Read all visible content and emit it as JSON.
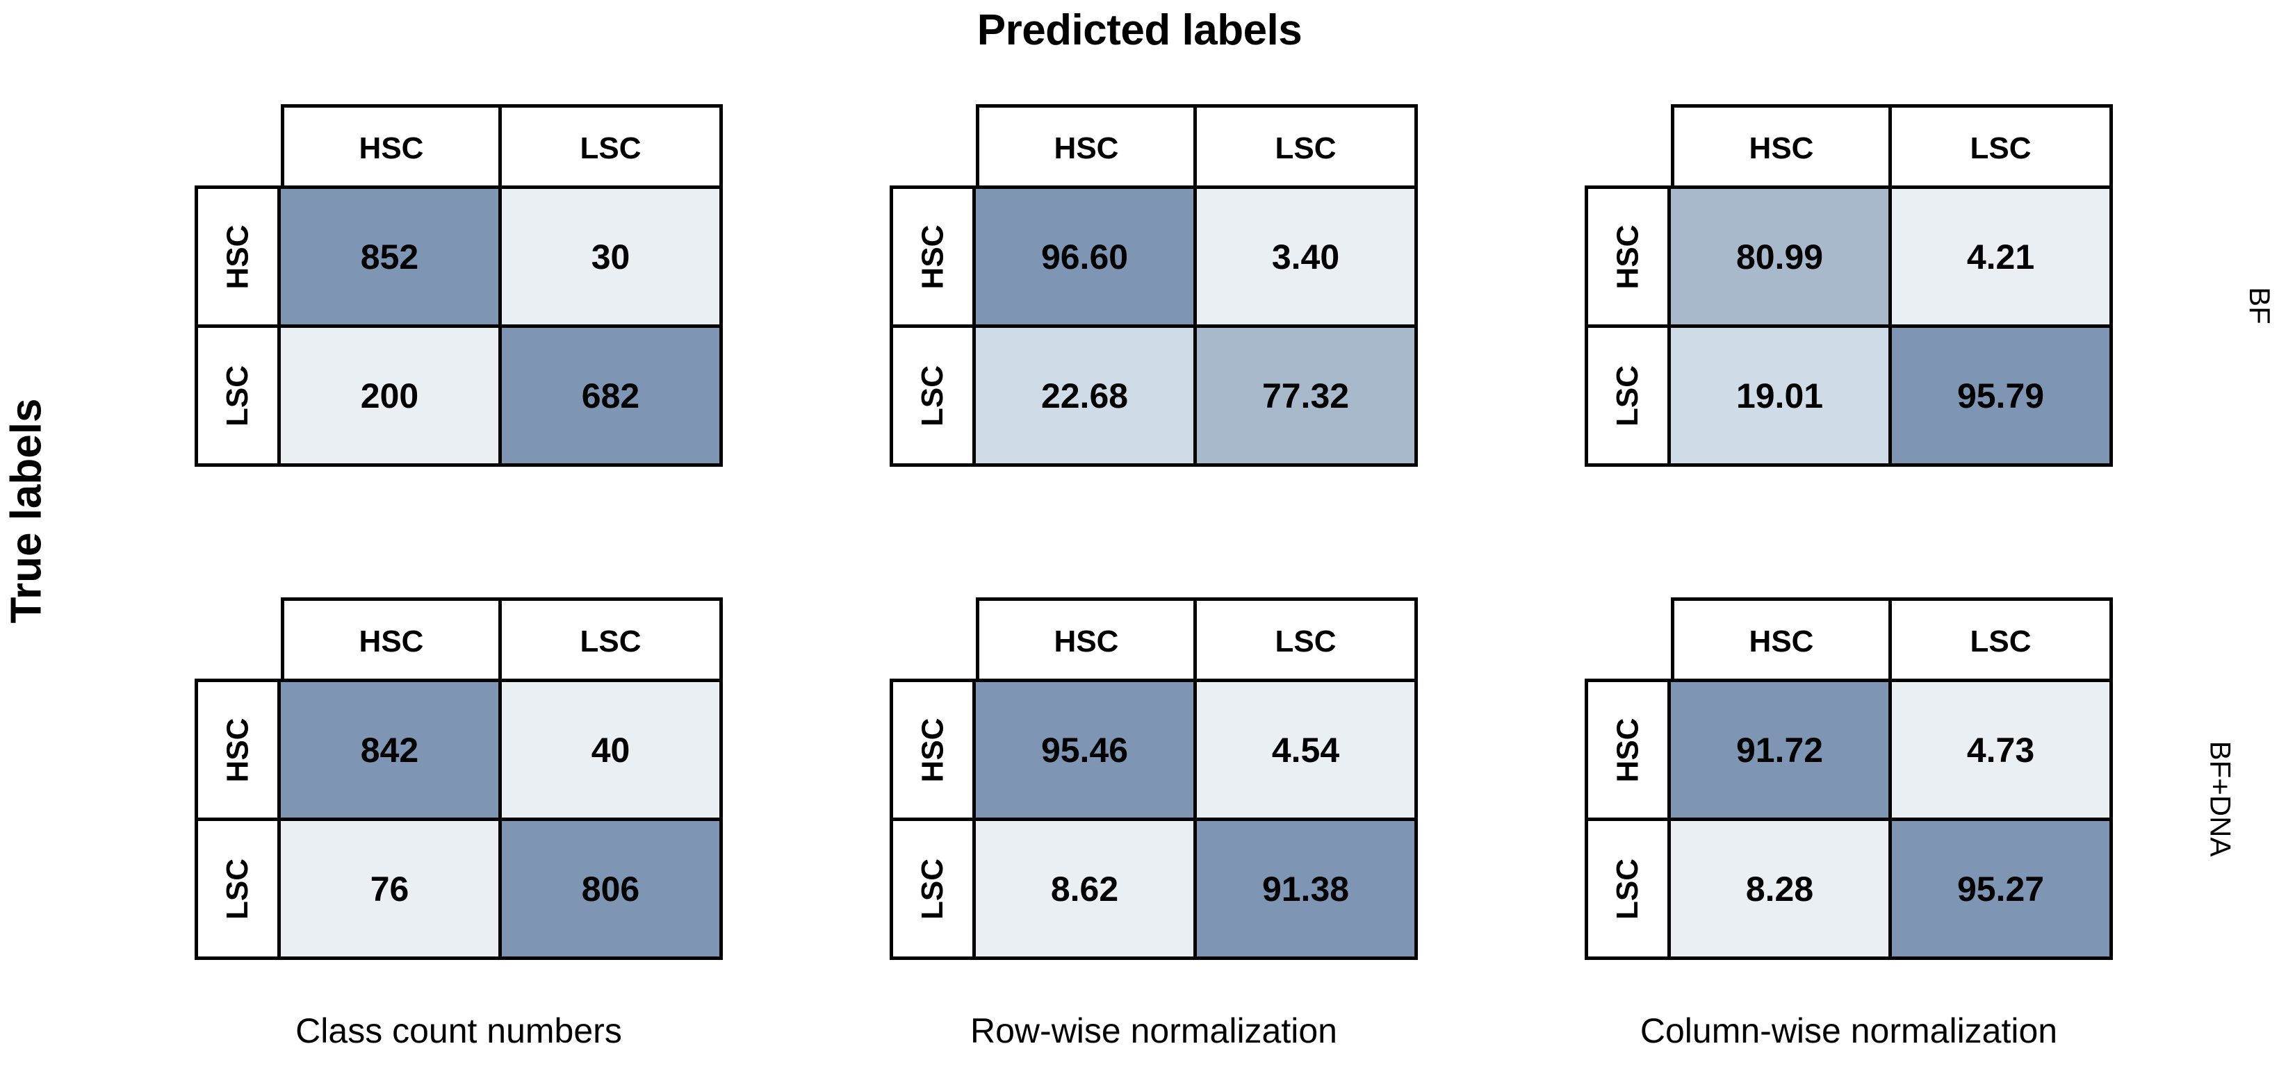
{
  "title": "Predicted labels",
  "ylabel": "True labels",
  "class_labels": [
    "HSC",
    "LSC"
  ],
  "panel_row_labels": [
    "BF",
    "BF+DNA"
  ],
  "column_captions": [
    "Class count numbers",
    "Row-wise normalization",
    "Column-wise normalization"
  ],
  "colors": {
    "dark": "#7e95b3",
    "medium": "#a8b9cc",
    "light": "#cfdce7",
    "verylight": "#eaeff4",
    "border": "#000000",
    "background": "#ffffff"
  },
  "chart_data": {
    "type": "heatmap",
    "title": "Predicted labels",
    "xlabel": "Predicted labels",
    "ylabel": "True labels",
    "categories": [
      "HSC",
      "LSC"
    ],
    "grid": false,
    "legend": "none",
    "colormap": "Blues",
    "matrices": [
      {
        "panel_row": "BF",
        "caption": "Class count numbers",
        "unit": "count",
        "rows": [
          {
            "true_label": "HSC",
            "cells": [
              {
                "pred": "HSC",
                "value": "852",
                "shade": "dark"
              },
              {
                "pred": "LSC",
                "value": "30",
                "shade": "verylight"
              }
            ]
          },
          {
            "true_label": "LSC",
            "cells": [
              {
                "pred": "HSC",
                "value": "200",
                "shade": "verylight"
              },
              {
                "pred": "LSC",
                "value": "682",
                "shade": "dark"
              }
            ]
          }
        ]
      },
      {
        "panel_row": "BF",
        "caption": "Row-wise normalization",
        "unit": "percent",
        "rows": [
          {
            "true_label": "HSC",
            "cells": [
              {
                "pred": "HSC",
                "value": "96.60",
                "shade": "dark"
              },
              {
                "pred": "LSC",
                "value": "3.40",
                "shade": "verylight"
              }
            ]
          },
          {
            "true_label": "LSC",
            "cells": [
              {
                "pred": "HSC",
                "value": "22.68",
                "shade": "light"
              },
              {
                "pred": "LSC",
                "value": "77.32",
                "shade": "medium"
              }
            ]
          }
        ]
      },
      {
        "panel_row": "BF",
        "caption": "Column-wise normalization",
        "unit": "percent",
        "rows": [
          {
            "true_label": "HSC",
            "cells": [
              {
                "pred": "HSC",
                "value": "80.99",
                "shade": "medium"
              },
              {
                "pred": "LSC",
                "value": "4.21",
                "shade": "verylight"
              }
            ]
          },
          {
            "true_label": "LSC",
            "cells": [
              {
                "pred": "HSC",
                "value": "19.01",
                "shade": "light"
              },
              {
                "pred": "LSC",
                "value": "95.79",
                "shade": "dark"
              }
            ]
          }
        ]
      },
      {
        "panel_row": "BF+DNA",
        "caption": "Class count numbers",
        "unit": "count",
        "rows": [
          {
            "true_label": "HSC",
            "cells": [
              {
                "pred": "HSC",
                "value": "842",
                "shade": "dark"
              },
              {
                "pred": "LSC",
                "value": "40",
                "shade": "verylight"
              }
            ]
          },
          {
            "true_label": "LSC",
            "cells": [
              {
                "pred": "HSC",
                "value": "76",
                "shade": "verylight"
              },
              {
                "pred": "LSC",
                "value": "806",
                "shade": "dark"
              }
            ]
          }
        ]
      },
      {
        "panel_row": "BF+DNA",
        "caption": "Row-wise normalization",
        "unit": "percent",
        "rows": [
          {
            "true_label": "HSC",
            "cells": [
              {
                "pred": "HSC",
                "value": "95.46",
                "shade": "dark"
              },
              {
                "pred": "LSC",
                "value": "4.54",
                "shade": "verylight"
              }
            ]
          },
          {
            "true_label": "LSC",
            "cells": [
              {
                "pred": "HSC",
                "value": "8.62",
                "shade": "verylight"
              },
              {
                "pred": "LSC",
                "value": "91.38",
                "shade": "dark"
              }
            ]
          }
        ]
      },
      {
        "panel_row": "BF+DNA",
        "caption": "Column-wise normalization",
        "unit": "percent",
        "rows": [
          {
            "true_label": "HSC",
            "cells": [
              {
                "pred": "HSC",
                "value": "91.72",
                "shade": "dark"
              },
              {
                "pred": "LSC",
                "value": "4.73",
                "shade": "verylight"
              }
            ]
          },
          {
            "true_label": "LSC",
            "cells": [
              {
                "pred": "HSC",
                "value": "8.28",
                "shade": "verylight"
              },
              {
                "pred": "LSC",
                "value": "95.27",
                "shade": "dark"
              }
            ]
          }
        ]
      }
    ]
  }
}
